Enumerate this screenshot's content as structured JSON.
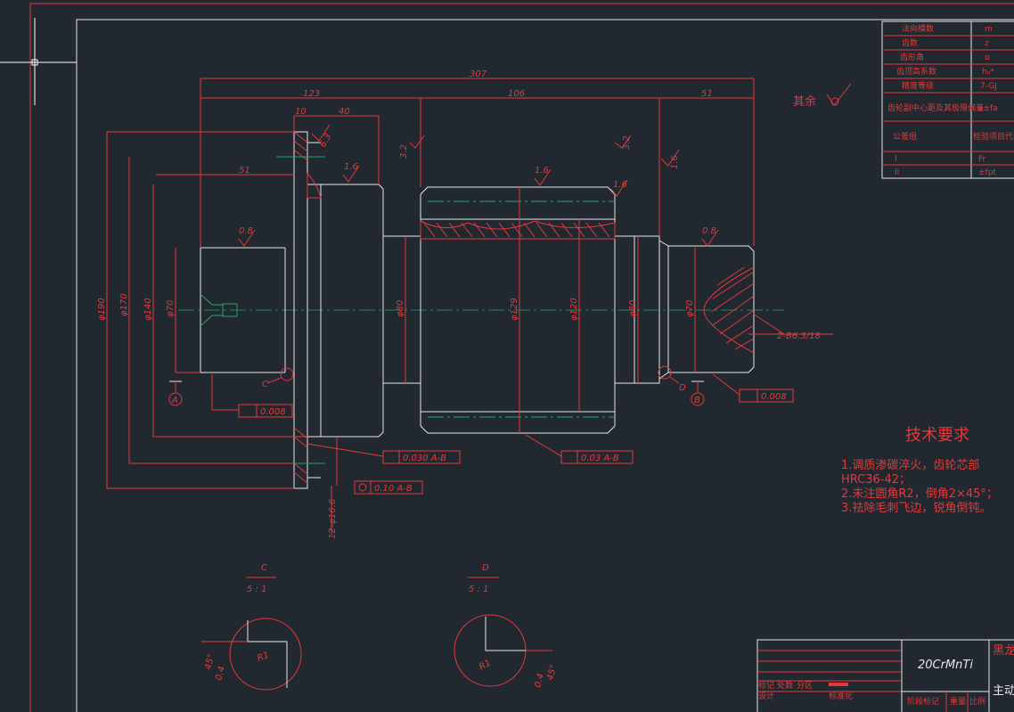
{
  "drawing": {
    "material": "20CrMnTi",
    "roughness_note": "其余",
    "tech_title": "技术要求",
    "tech_notes": [
      "1.调质渗碳淬火，齿轮芯部",
      "   HRC36-42；",
      "2.未注圆角R2，倒角2×45°；",
      "3.祛除毛刺飞边，锐角倒钝。"
    ],
    "datums": [
      "A",
      "B",
      "C",
      "D"
    ],
    "center_hole": "2-B6.3/18",
    "views": [
      {
        "label": "C",
        "scale": "5 : 1",
        "angle": "45°",
        "chamfer": "0.4",
        "radius": "R1"
      },
      {
        "label": "D",
        "scale": "5 : 1",
        "angle": "45°",
        "chamfer": "0.4",
        "radius": "R1"
      }
    ],
    "dimensions": {
      "overall": "307",
      "left_len": "123",
      "gear_len": "106",
      "right_len": "51",
      "flange_w": "10",
      "hub_w": "40",
      "bore_depth": "51",
      "d_flange": "φ190",
      "d_hub": "φ170",
      "d_pitch": "φ140",
      "d_left": "φ70",
      "d_neck": "φ80",
      "d_gear": "φ129",
      "d_root": "φ120",
      "d_neck2": "φ80",
      "d_right": "φ70",
      "holes": "12-φ16.6"
    },
    "tolerance_frames": [
      "0.008",
      "0.030 A-B",
      "0.03 A-B",
      "0.10 A-B",
      "0.008"
    ],
    "roughness_values": [
      "0.8",
      "1.6",
      "3.2",
      "1.6",
      "3.2",
      "1.6",
      "0.8",
      "1.6",
      "6.3"
    ],
    "gear_table": {
      "rows": [
        {
          "label": "法向模数",
          "sym": "m"
        },
        {
          "label": "齿数",
          "sym": "z"
        },
        {
          "label": "齿形角",
          "sym": "α"
        },
        {
          "label": "齿顶高系数",
          "sym": "hₐ*"
        },
        {
          "label": "精度等级",
          "sym": "7-GJ"
        },
        {
          "label": "齿轮副中心距及其极限偏差",
          "sym": "a±fa"
        },
        {
          "label": "公差组",
          "sym": "检验项目代号"
        },
        {
          "label": "I",
          "sym": "Fr"
        },
        {
          "label": "II",
          "sym": "±fpt"
        }
      ]
    },
    "title_block": {
      "labels": [
        "标记",
        "处数",
        "分区",
        "标准化",
        "设计",
        "阶段标记",
        "重量",
        "比例"
      ],
      "company": "黑龙",
      "part": "主动"
    }
  }
}
